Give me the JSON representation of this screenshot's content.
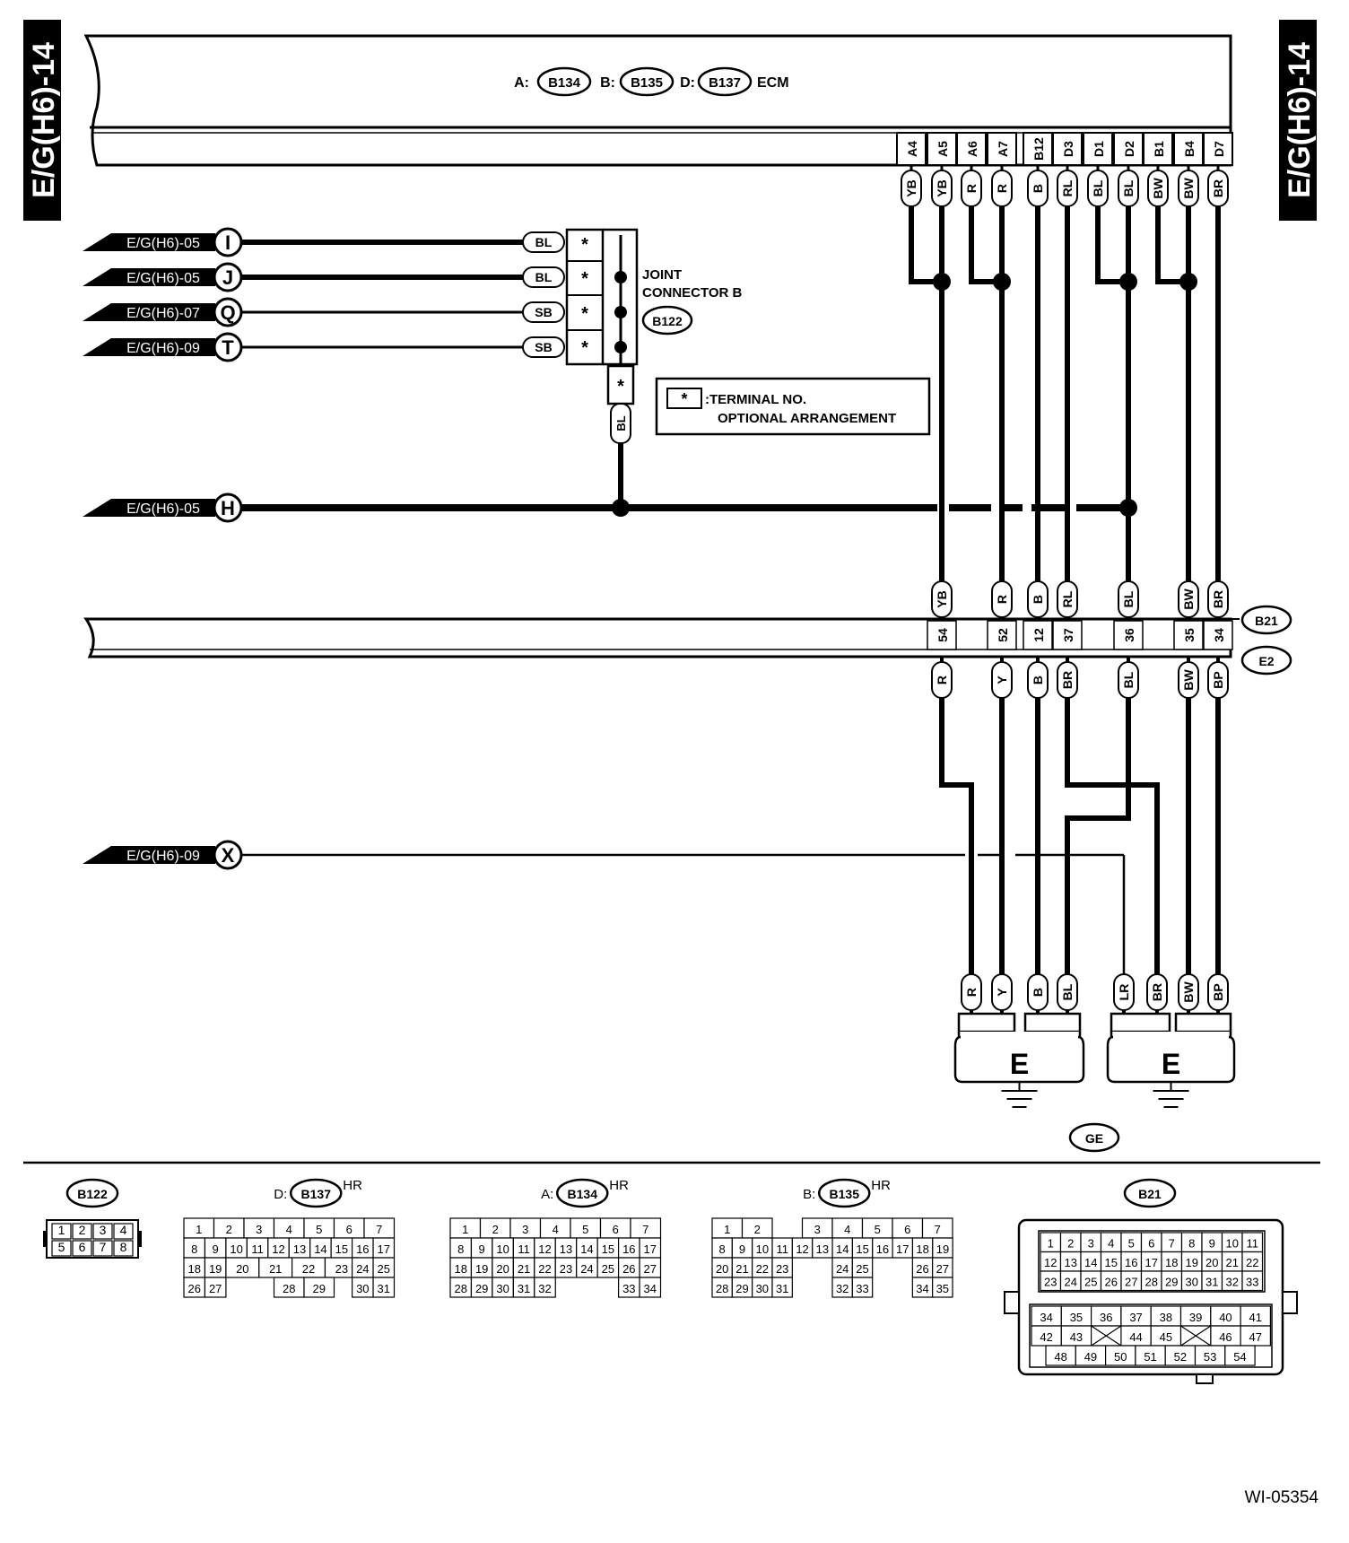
{
  "page_tag": "E/G(H6)-14",
  "ecm": {
    "connectors": [
      {
        "prefix": "A:",
        "id": "B134"
      },
      {
        "prefix": "B:",
        "id": "B135"
      },
      {
        "prefix": "D:",
        "id": "B137"
      }
    ],
    "name": "ECM",
    "pins": [
      {
        "pin": "A4",
        "color": "YB"
      },
      {
        "pin": "A5",
        "color": "YB"
      },
      {
        "pin": "A6",
        "color": "R"
      },
      {
        "pin": "A7",
        "color": "R"
      },
      {
        "pin": "B12",
        "color": "B"
      },
      {
        "pin": "D3",
        "color": "RL"
      },
      {
        "pin": "D1",
        "color": "BL"
      },
      {
        "pin": "D2",
        "color": "BL"
      },
      {
        "pin": "B1",
        "color": "BW"
      },
      {
        "pin": "B4",
        "color": "BW"
      },
      {
        "pin": "D7",
        "color": "BR"
      }
    ]
  },
  "offpage": [
    {
      "ref": "E/G(H6)-05",
      "letter": "I",
      "color": "BL"
    },
    {
      "ref": "E/G(H6)-05",
      "letter": "J",
      "color": "BL"
    },
    {
      "ref": "E/G(H6)-07",
      "letter": "Q",
      "color": "SB"
    },
    {
      "ref": "E/G(H6)-09",
      "letter": "T",
      "color": "SB"
    },
    {
      "ref": "E/G(H6)-05",
      "letter": "H"
    },
    {
      "ref": "E/G(H6)-09",
      "letter": "X"
    }
  ],
  "joint_connector": {
    "label_line1": "JOINT",
    "label_line2": "CONNECTOR B",
    "id": "B122",
    "star": "*",
    "out_color": "BL"
  },
  "legend": {
    "star": "*",
    "line1": ":TERMINAL NO.",
    "line2": "OPTIONAL ARRANGEMENT"
  },
  "b21_e2": {
    "top_id": "B21",
    "bottom_id": "E2",
    "wires": [
      {
        "top": "YB",
        "pin": "54",
        "bottom": "R"
      },
      {
        "top": "R",
        "pin": "52",
        "bottom": "Y"
      },
      {
        "top": "B",
        "pin": "12",
        "bottom": "B"
      },
      {
        "top": "RL",
        "pin": "37",
        "bottom": "BR"
      },
      {
        "top": "BL",
        "pin": "36",
        "bottom": "BL"
      },
      {
        "top": "BW",
        "pin": "35",
        "bottom": "BW"
      },
      {
        "top": "BR",
        "pin": "34",
        "bottom": "BP"
      }
    ]
  },
  "grounds": {
    "left": {
      "label": "E",
      "wires": [
        "R",
        "Y",
        "B",
        "BL"
      ]
    },
    "right": {
      "label": "E",
      "wires": [
        "LR",
        "BR",
        "BW",
        "BP"
      ]
    },
    "id": "GE"
  },
  "connector_views": {
    "b122": {
      "id": "B122",
      "rows": [
        [
          "1",
          "2",
          "3",
          "4"
        ],
        [
          "5",
          "6",
          "7",
          "8"
        ]
      ]
    },
    "b137": {
      "prefix": "D:",
      "id": "B137",
      "suffix": "HR",
      "rows": [
        [
          "1",
          "2",
          "3",
          "4",
          "5",
          "6",
          "7"
        ],
        [
          "8",
          "9",
          "10",
          "11",
          "12",
          "13",
          "14",
          "15",
          "16",
          "17"
        ],
        [
          "18",
          "19",
          "20",
          "21",
          "22",
          "23",
          "24",
          "25"
        ],
        [
          "26",
          "27",
          "28",
          "29",
          "30",
          "31"
        ]
      ]
    },
    "b134": {
      "prefix": "A:",
      "id": "B134",
      "suffix": "HR",
      "rows": [
        [
          "1",
          "2",
          "3",
          "4",
          "5",
          "6",
          "7"
        ],
        [
          "8",
          "9",
          "10",
          "11",
          "12",
          "13",
          "14",
          "15",
          "16",
          "17"
        ],
        [
          "18",
          "19",
          "20",
          "21",
          "22",
          "23",
          "24",
          "25",
          "26",
          "27"
        ],
        [
          "28",
          "29",
          "30",
          "31",
          "32",
          "33",
          "34"
        ]
      ]
    },
    "b135": {
      "prefix": "B:",
      "id": "B135",
      "suffix": "HR",
      "rows": [
        [
          "1",
          "2",
          "3",
          "4",
          "5",
          "6",
          "7"
        ],
        [
          "8",
          "9",
          "10",
          "11",
          "12",
          "13",
          "14",
          "15",
          "16",
          "17",
          "18",
          "19"
        ],
        [
          "20",
          "21",
          "22",
          "23",
          "24",
          "25",
          "26",
          "27"
        ],
        [
          "28",
          "29",
          "30",
          "31",
          "32",
          "33",
          "34",
          "35"
        ]
      ]
    },
    "b21": {
      "id": "B21",
      "rows": [
        [
          "1",
          "2",
          "3",
          "4",
          "5",
          "6",
          "7",
          "8",
          "9",
          "10",
          "11"
        ],
        [
          "12",
          "13",
          "14",
          "15",
          "16",
          "17",
          "18",
          "19",
          "20",
          "21",
          "22"
        ],
        [
          "23",
          "24",
          "25",
          "26",
          "27",
          "28",
          "29",
          "30",
          "31",
          "32",
          "33"
        ],
        [
          "34",
          "35",
          "36",
          "37",
          "38",
          "39",
          "40",
          "41"
        ],
        [
          "42",
          "43",
          "44",
          "45",
          "46",
          "47"
        ],
        [
          "48",
          "49",
          "50",
          "51",
          "52",
          "53",
          "54"
        ]
      ]
    }
  },
  "figure_id": "WI-05354"
}
